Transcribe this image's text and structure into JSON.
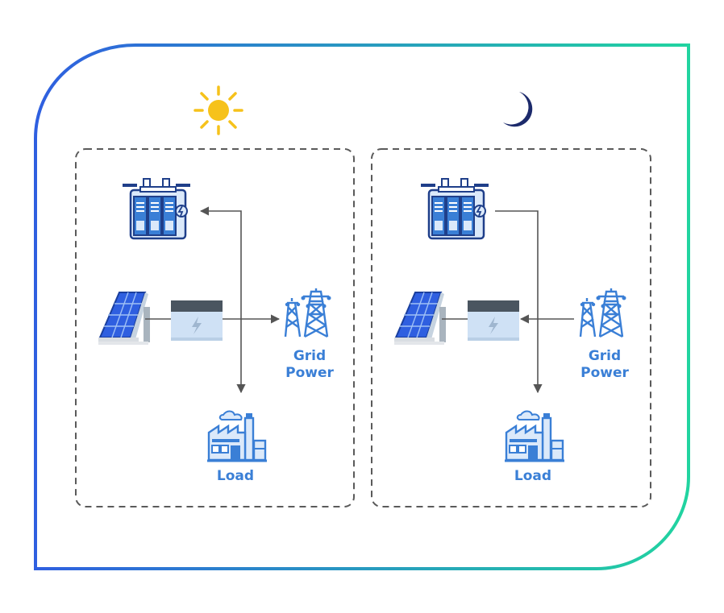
{
  "day_panel": {
    "grid_label_line1": "Grid",
    "grid_label_line2": "Power",
    "load_label": "Load"
  },
  "night_panel": {
    "grid_label_line1": "Grid",
    "grid_label_line2": "Power",
    "load_label": "Load"
  },
  "colors": {
    "frame_gradient_start": "#2f5fe0",
    "frame_gradient_end": "#21d4a0",
    "icon_blue": "#3a7fd6",
    "icon_light": "#dbe9fa",
    "sun": "#f6c21b",
    "moon": "#1c2a6b",
    "arrow": "#555555",
    "dashed_border": "#5a5a5a"
  },
  "icons": [
    "sun-icon",
    "moon-icon",
    "power-converter-icon",
    "solar-panel-icon",
    "battery-icon",
    "transmission-tower-icon",
    "factory-icon"
  ]
}
